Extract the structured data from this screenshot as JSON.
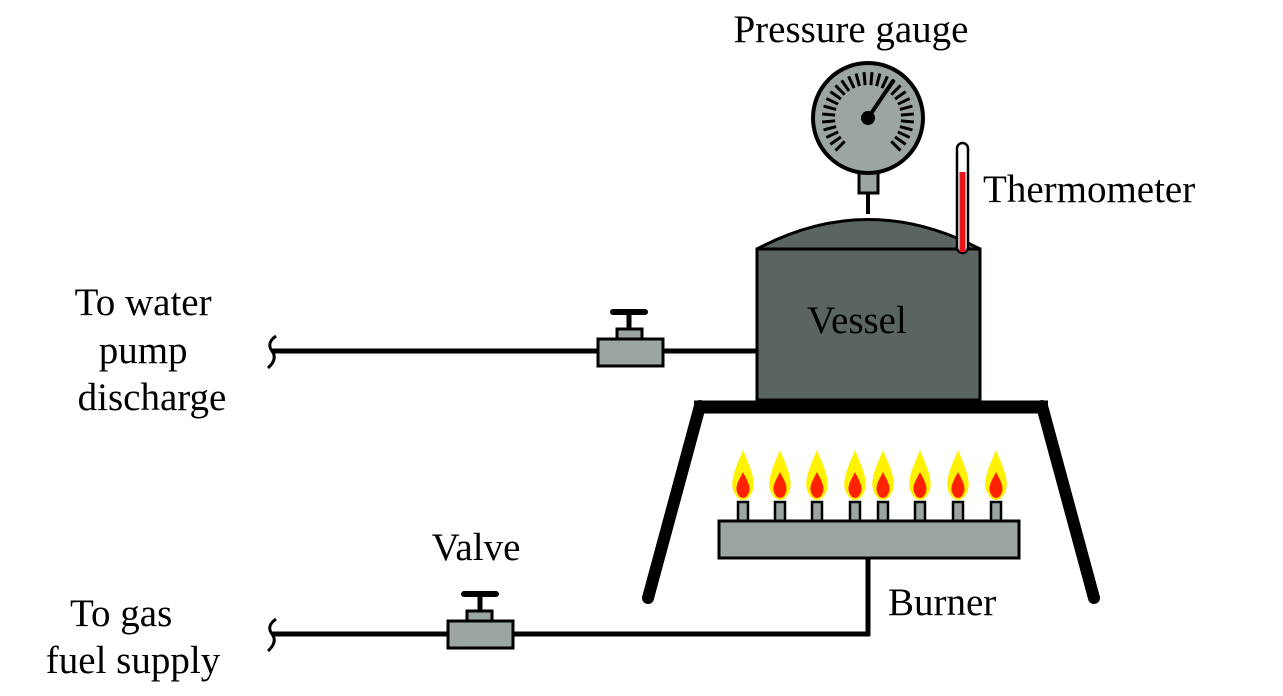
{
  "labels": {
    "pressure_gauge": "Pressure gauge",
    "thermometer": "Thermometer",
    "vessel": "Vessel",
    "water_line": [
      "To water",
      "pump",
      "discharge"
    ],
    "valve": "Valve",
    "burner": "Burner",
    "gas_line": [
      "To gas",
      "fuel supply"
    ]
  },
  "colors": {
    "vessel_fill": "#5a6462",
    "gauge_face": "#9ba5a3",
    "valve_body": "#9ba5a3",
    "burner_body": "#9ba5a3",
    "flame_outer": "#fff200",
    "flame_inner": "#ff2200",
    "thermometer_fluid": "#e8141a",
    "line": "#000000"
  },
  "flame_count": 8
}
